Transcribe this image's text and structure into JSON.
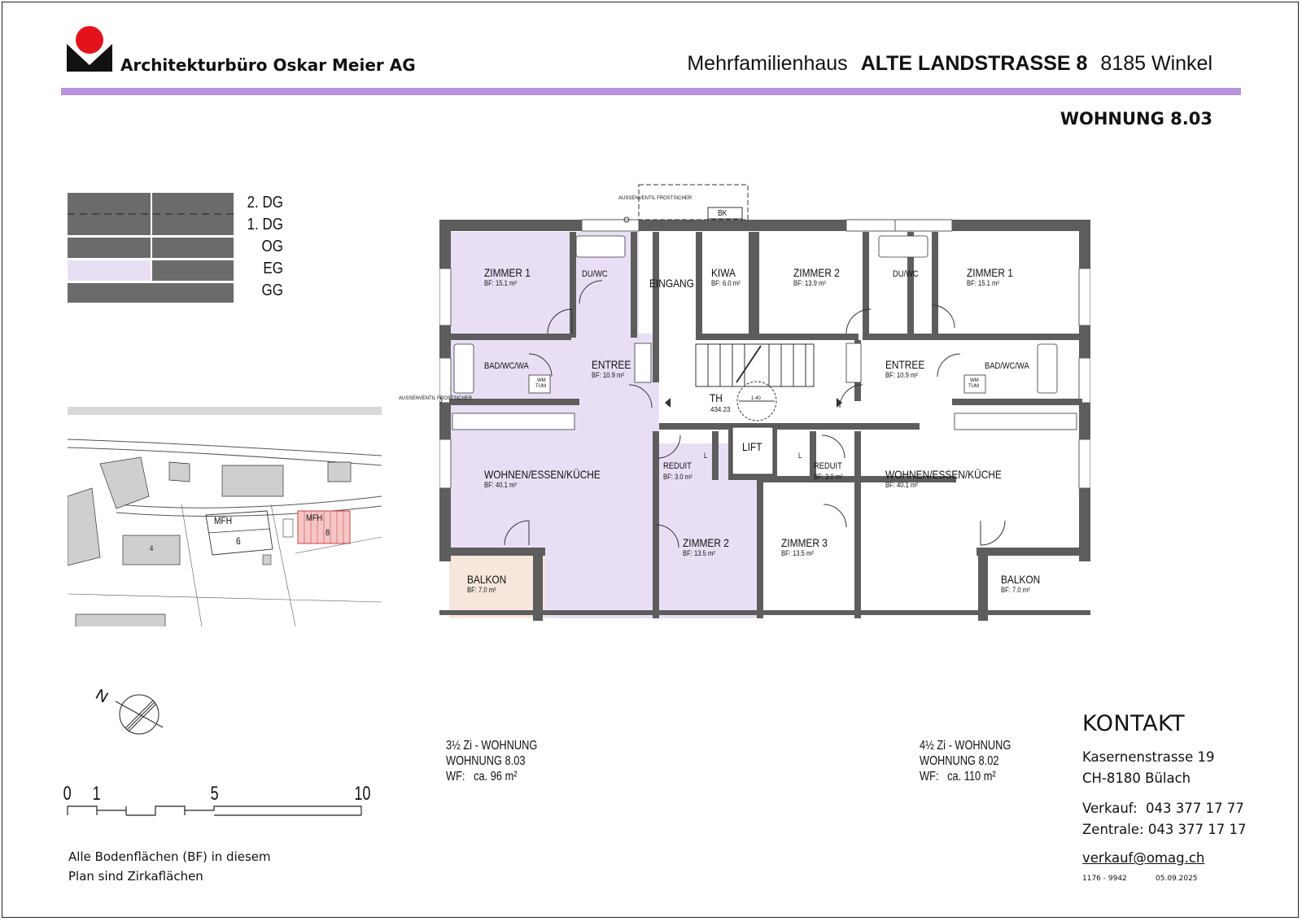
{
  "header": {
    "firm_name": "Architekturbüro Oskar Meier AG",
    "project_type": "Mehrfamilienhaus",
    "project_address": "ALTE LANDSTRASSE 8",
    "project_location": "8185 Winkel",
    "unit_title": "WOHNUNG 8.03"
  },
  "colors": {
    "accent": "#b894dc",
    "unit_highlight": "#e9dff5",
    "balcony": "#f7e6dc",
    "walls": "#5d5d5d",
    "floor_stack": "#6b6b6b",
    "logo_red": "#e3131b"
  },
  "floor_stack": {
    "floors": [
      "2. DG",
      "1. DG",
      "OG",
      "EG",
      "GG"
    ],
    "highlighted_floor": "EG"
  },
  "site_plan": {
    "buildings": [
      {
        "label": "MFH",
        "number": "6"
      },
      {
        "label": "MFH",
        "number": "8"
      },
      {
        "label": "",
        "number": "4"
      }
    ]
  },
  "plan": {
    "exterior_notes": [
      "AUSSENVENTIL FROSTSICHER",
      "AUSSENVENTIL FROSTSICHER"
    ],
    "bk_label": "BK",
    "stair_label": "TH",
    "stair_level": "434.23",
    "stair_width": "1.40",
    "lift_label": "LIFT",
    "wm_label": "WM",
    "tum_label": "TUM",
    "l_label": "L",
    "rooms_left": [
      {
        "name": "ZIMMER 1",
        "area": "BF: 15.1 m²"
      },
      {
        "name": "DU/WC",
        "area": ""
      },
      {
        "name": "BAD/WC/WA",
        "area": ""
      },
      {
        "name": "ENTREE",
        "area": "BF: 10.9 m²"
      },
      {
        "name": "WOHNEN/ESSEN/KÜCHE",
        "area": "BF: 40.1 m²"
      },
      {
        "name": "BALKON",
        "area": "BF: 7.0 m²"
      },
      {
        "name": "REDUIT",
        "area": "BF: 3.0 m²"
      },
      {
        "name": "ZIMMER 2",
        "area": "BF: 13.5 m²"
      }
    ],
    "rooms_common": [
      {
        "name": "EINGANG",
        "area": ""
      },
      {
        "name": "KIWA",
        "area": "BF: 6.0 m²"
      }
    ],
    "rooms_right": [
      {
        "name": "ZIMMER 2",
        "area": "BF: 13.9 m²"
      },
      {
        "name": "DU/WC",
        "area": ""
      },
      {
        "name": "ZIMMER 1",
        "area": "BF: 15.1 m²"
      },
      {
        "name": "ENTREE",
        "area": "BF: 10.9 m²"
      },
      {
        "name": "BAD/WC/WA",
        "area": ""
      },
      {
        "name": "REDUIT",
        "area": "BF: 3.0 m²"
      },
      {
        "name": "WOHNEN/ESSEN/KÜCHE",
        "area": "BF: 40.1 m²"
      },
      {
        "name": "ZIMMER 3",
        "area": "BF: 13.5 m²"
      },
      {
        "name": "BALKON",
        "area": "BF: 7.0 m²"
      }
    ]
  },
  "unit_summaries": [
    {
      "rooms": "3½ Zi - WOHNUNG",
      "unit": "WOHNUNG 8.03",
      "area_label": "WF:",
      "area_value": "ca. 96 m²"
    },
    {
      "rooms": "4½ Zi - WOHNUNG",
      "unit": "WOHNUNG 8.02",
      "area_label": "WF:",
      "area_value": "ca. 110 m²"
    }
  ],
  "north_arrow": {
    "label": "N"
  },
  "scale_bar": {
    "labels": [
      "0",
      "1",
      "5",
      "10"
    ]
  },
  "note": {
    "line1": "Alle Bodenflächen (BF) in diesem",
    "line2": "Plan sind Zirkaflächen"
  },
  "contact": {
    "title": "KONTAKT",
    "street": "Kasernenstrasse 19",
    "city": "CH-8180 Bülach",
    "sales": "Verkauf:  043 377 17 77",
    "central": "Zentrale: 043 377 17 17",
    "email": "verkauf@omag.ch",
    "doc_number": "1176 - 9942",
    "date": "05.09.2025"
  }
}
